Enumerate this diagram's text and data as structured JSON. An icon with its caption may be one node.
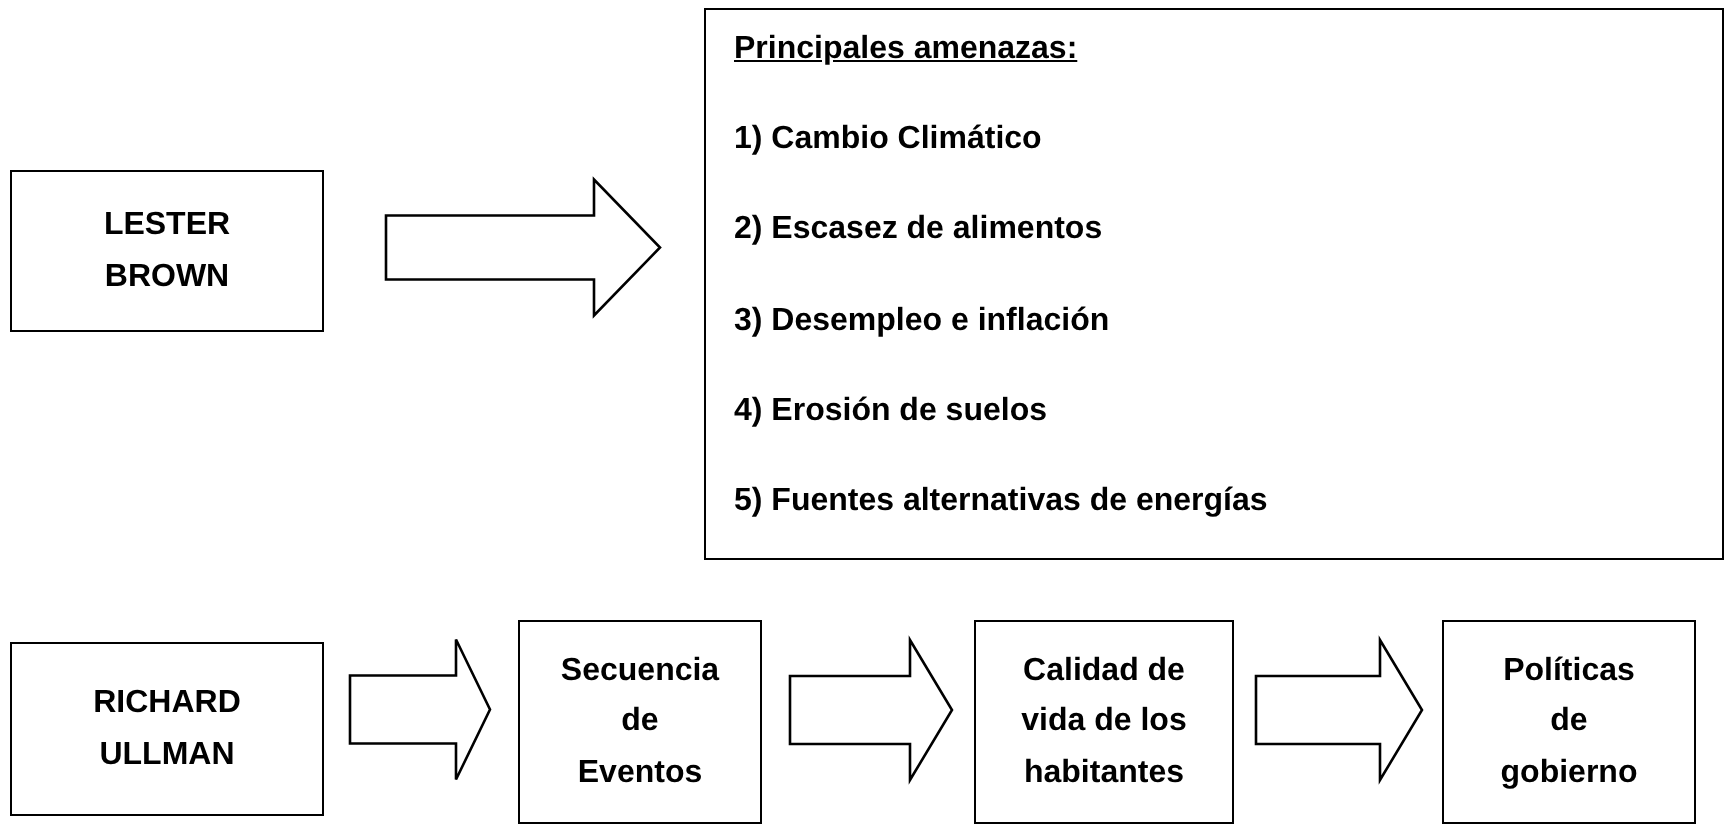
{
  "diagram": {
    "nodes": [
      {
        "text": [
          "LESTER BROWN"
        ]
      },
      {
        "text": [
          "Principales amenazas:",
          "1) Cambio Climático",
          "2) Escasez de alimentos",
          "3) Desempleo e inflación",
          "4) Erosión de suelos",
          "5) Fuentes alternativas de energías"
        ]
      },
      {
        "text": [
          "RICHARD ULLMAN"
        ]
      },
      {
        "text": [
          "Secuencia de Eventos"
        ]
      },
      {
        "text": [
          "Calidad de vida de los habitantes"
        ]
      },
      {
        "text": [
          "Políticas de gobierno"
        ]
      }
    ],
    "edges": [
      {
        "from": 0,
        "to": 1,
        "arrow": "to"
      },
      {
        "from": 2,
        "to": 3,
        "arrow": "to"
      },
      {
        "from": 3,
        "to": 4,
        "arrow": "to"
      },
      {
        "from": 4,
        "to": 5,
        "arrow": "to"
      }
    ]
  }
}
